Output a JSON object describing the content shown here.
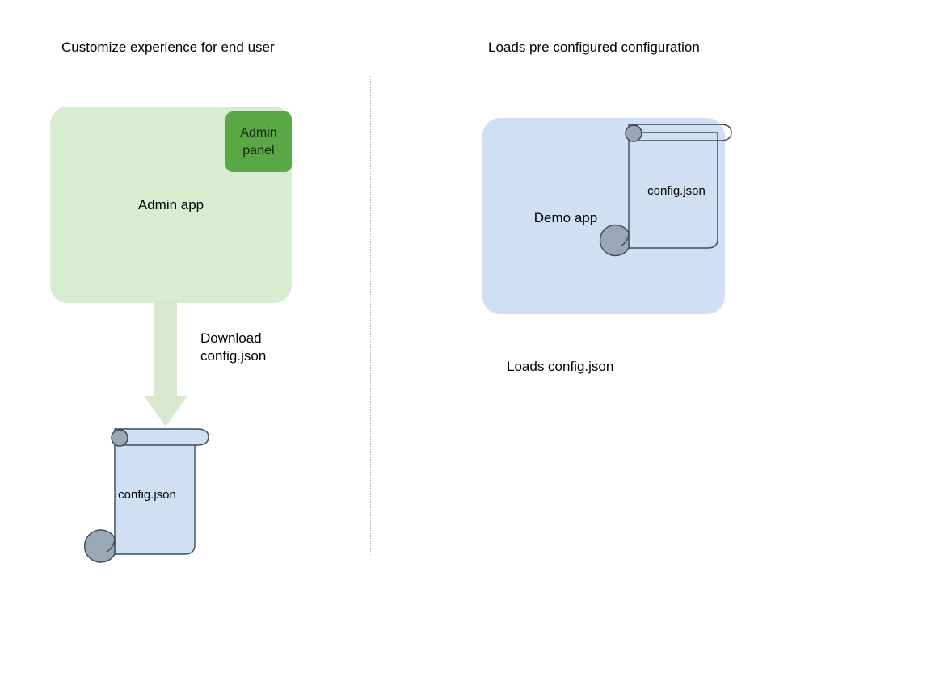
{
  "diagram": {
    "title_left": "Customize experience for end user",
    "title_right": "Loads pre configured configuration",
    "colors": {
      "app_green_fill": "#d8ecd0",
      "admin_panel_green": "#5aa845",
      "app_blue_fill": "#cfe0f3",
      "arrow_green": "#d8e8ce",
      "scroll_stroke": "#3b4a5a",
      "scroll_curl_fill": "#9aa7b4",
      "divider": "#b8b8b8",
      "text": "#000000"
    },
    "left_flow": {
      "app_label": "Admin app",
      "panel_label": "Admin\npanel",
      "panel_label_line1": "Admin",
      "panel_label_line2": "panel",
      "arrow_label_line1": "Download",
      "arrow_label_line2": "config.json",
      "arrow_direction": "down",
      "document_label": "config.json",
      "document_icon": "scroll-icon"
    },
    "right_flow": {
      "app_label": "Demo app",
      "document_label": "config.json",
      "document_icon": "scroll-icon",
      "caption": "Loads config.json"
    }
  }
}
